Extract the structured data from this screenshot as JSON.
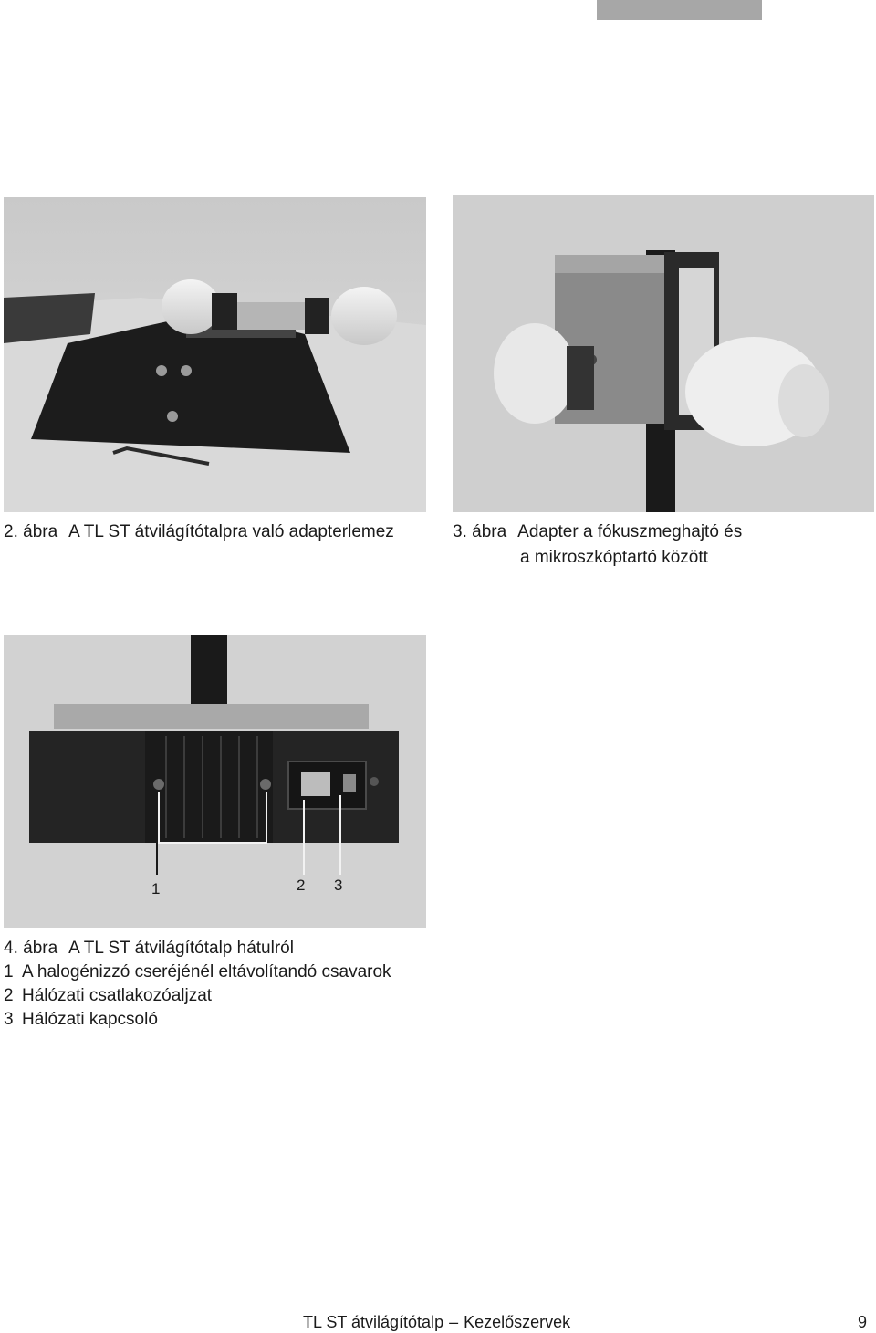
{
  "figures": {
    "fig2": {
      "number": "2. ábra",
      "title": "A TL ST átvilágítótalpra való adapterlemez"
    },
    "fig3": {
      "number": "3. ábra",
      "title_line1": "Adapter a fókuszmeghajtó és",
      "title_line2": "a mikroszkóptartó között"
    },
    "fig4": {
      "number": "4. ábra",
      "title": "A TL ST átvilágítótalp hátulról",
      "callouts": [
        "1",
        "2",
        "3"
      ],
      "legend": [
        {
          "key": "1",
          "text": "A halogénizzó cseréjénél eltávolítandó csavarok"
        },
        {
          "key": "2",
          "text": "Hálózati csatlakozóaljzat"
        },
        {
          "key": "3",
          "text": "Hálózati kapcsoló"
        }
      ]
    }
  },
  "footer": {
    "product": "TL ST átvilágítótalp",
    "dash": "–",
    "section": "Kezelőszervek",
    "page": "9"
  }
}
